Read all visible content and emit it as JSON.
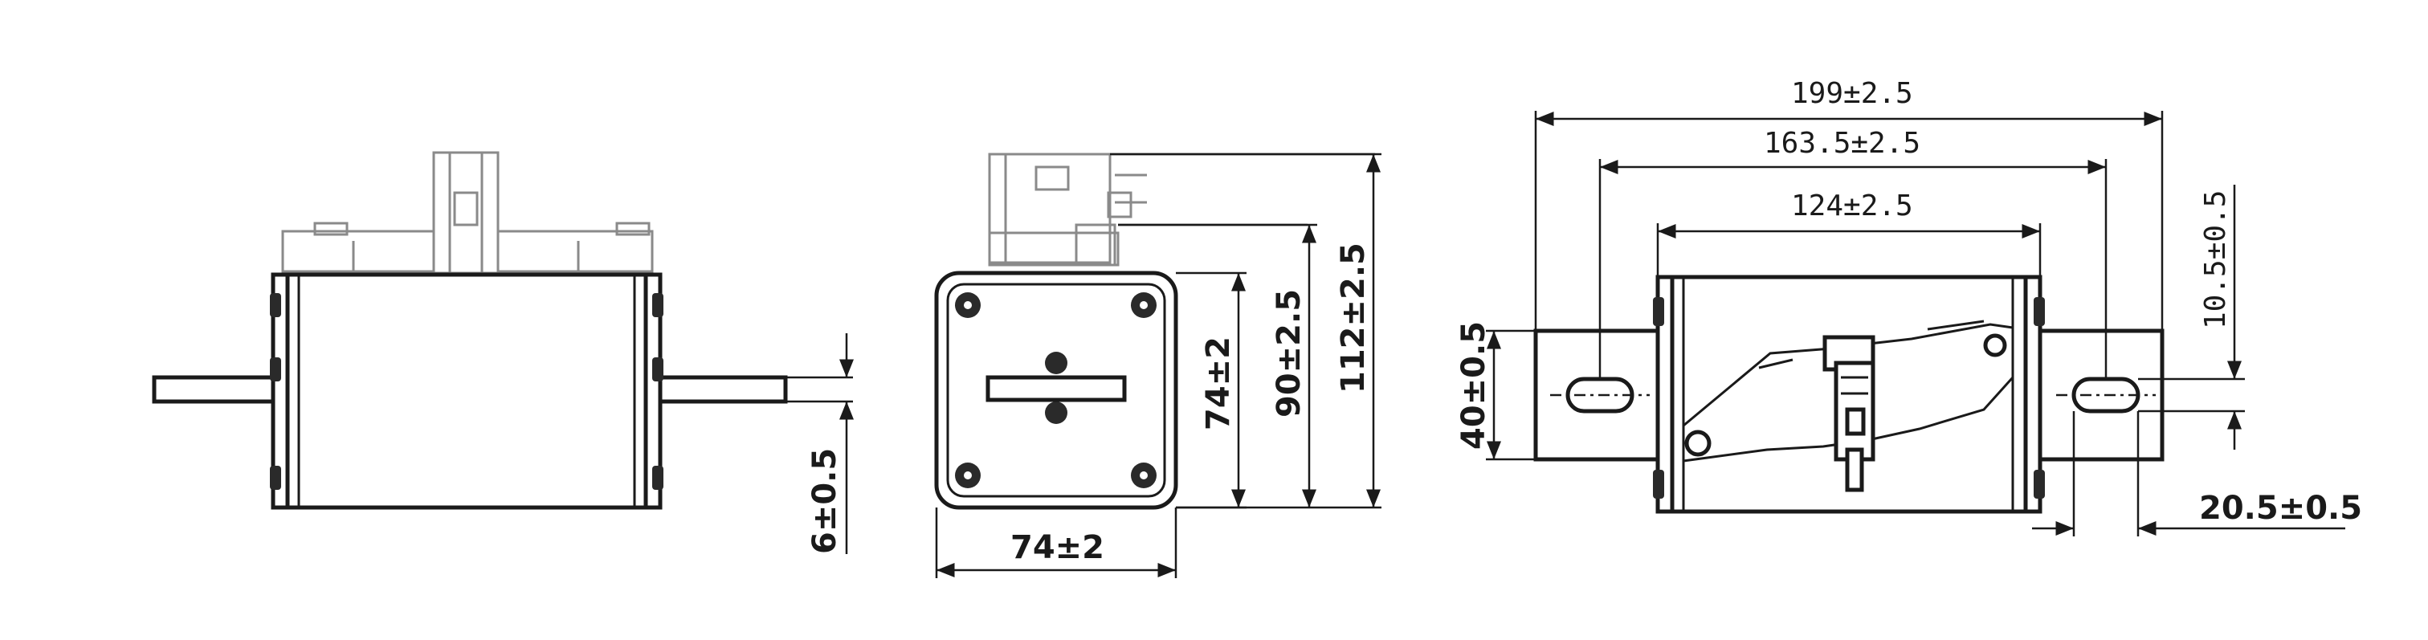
{
  "dimensions": {
    "front_blade_thickness": "6±0.5",
    "side_width": "74±2",
    "side_body_height": "74±2",
    "side_height_to_contact": "90±2.5",
    "side_total_height": "112±2.5",
    "top_total_length": "199±2.5",
    "top_hole_spacing": "163.5±2.5",
    "top_body_length": "124±2.5",
    "top_blade_width": "40±0.5",
    "top_slot_offset": "10.5±0.5",
    "top_slot_length": "20.5±0.5"
  },
  "colors": {
    "line": "#1a1a1a",
    "hidden": "#8a8a8a",
    "background": "#ffffff"
  }
}
